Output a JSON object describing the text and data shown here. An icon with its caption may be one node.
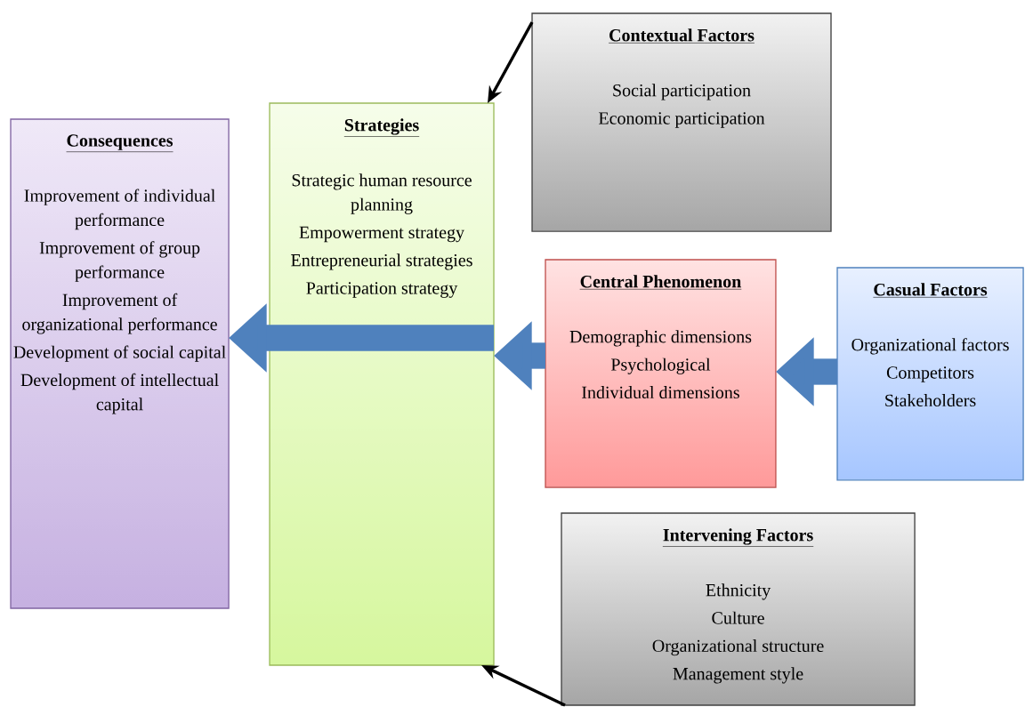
{
  "diagram": {
    "nodes": [
      {
        "text": [
          "Contextual Factors",
          "Social participation",
          "Economic participation"
        ]
      },
      {
        "text": [
          "Consequences",
          "Improvement of individual performance",
          "Improvement of group performance",
          "Improvement of organizational performance",
          "Development of social capital",
          "Development of intellectual capital"
        ]
      },
      {
        "text": [
          "Strategies",
          "Strategic human resource planning",
          "Empowerment strategy",
          "Entrepreneurial strategies",
          "Participation strategy"
        ]
      },
      {
        "text": [
          "Central Phenomenon",
          "Demographic dimensions",
          "Psychological",
          "Individual dimensions"
        ]
      },
      {
        "text": [
          "Casual Factors",
          "Organizational factors",
          "Competitors",
          "Stakeholders"
        ]
      },
      {
        "text": [
          "Intervening Factors",
          "Ethnicity",
          "Culture",
          "Organizational structure",
          "Management style"
        ]
      }
    ],
    "edges": [
      {
        "from": 0,
        "to": 2,
        "arrow": "to",
        "color": "#000000"
      },
      {
        "from": 2,
        "to": 1,
        "arrow": "to"
      },
      {
        "from": 3,
        "to": 2,
        "arrow": "to"
      },
      {
        "from": 4,
        "to": 3,
        "arrow": "to"
      },
      {
        "from": 5,
        "to": 2,
        "arrow": "to",
        "color": "#000000"
      }
    ]
  }
}
